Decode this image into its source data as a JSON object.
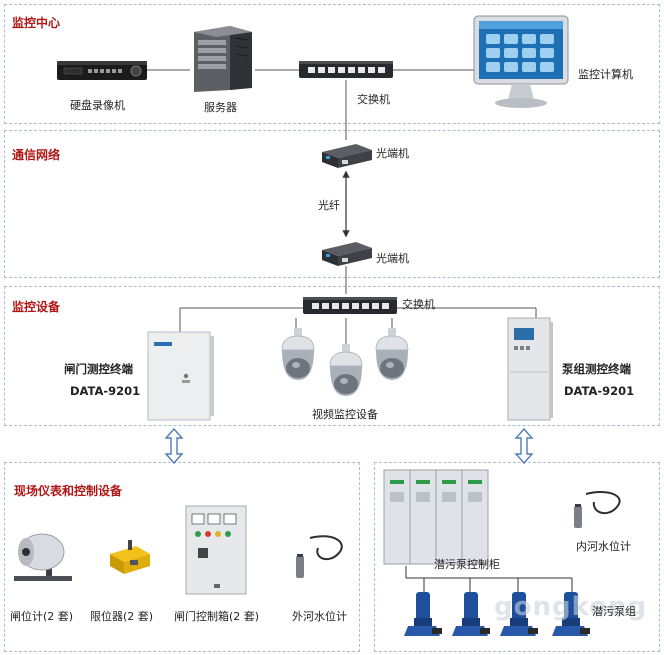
{
  "sections": {
    "monitor_center": "监控中心",
    "comm_network": "通信网络",
    "monitor_equipment": "监控设备",
    "field_equipment": "现场仪表和控制设备"
  },
  "devices": {
    "dvr": "硬盘录像机",
    "server": "服务器",
    "switch_top": "交换机",
    "computer": "监控计算机",
    "fiber_tx": "光端机",
    "fiber_link": "光纤",
    "fiber_rx": "光端机",
    "switch_mid": "交换机",
    "gate_terminal_name": "闸门测控终端",
    "gate_terminal_model": "DATA-9201",
    "cameras": "视频监控设备",
    "pump_terminal_name": "泵组测控终端",
    "pump_terminal_model": "DATA-9201",
    "gate_meter": "闸位计(2 套)",
    "limiter": "限位器(2 套)",
    "gate_control_box": "闸门控制箱(2 套)",
    "outer_water_gauge": "外河水位计",
    "pump_cabinet": "潜污泵控制柜",
    "inner_water_gauge": "内河水位计",
    "pump_group": "潜污泵组"
  },
  "watermark": "gongkong",
  "colors": {
    "section_title": "#b01818",
    "section_border": "#a9bed6",
    "link_line": "#333333",
    "double_arrow": "#4f7cb8"
  }
}
